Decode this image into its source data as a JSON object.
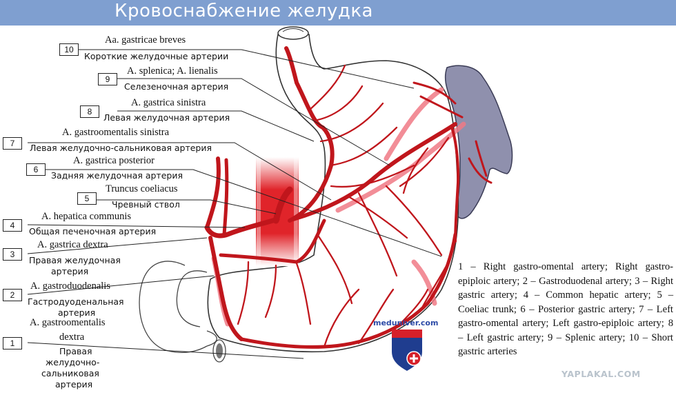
{
  "title": "Кровоснабжение желудка",
  "labels": [
    {
      "num": "10",
      "latin": "Aa. gastricae breves",
      "russian": "Короткие желудочные артерии"
    },
    {
      "num": "9",
      "latin": "A. splenica; A. lienalis",
      "russian": "Селезеночная артерия"
    },
    {
      "num": "8",
      "latin": "A. gastrica sinistra",
      "russian": "Левая желудочная артерия"
    },
    {
      "num": "7",
      "latin": "A. gastroomentalis sinistra",
      "russian": "Левая желудочно-сальниковая артерия"
    },
    {
      "num": "6",
      "latin": "A. gastrica posterior",
      "russian": "Задняя желудочная артерия"
    },
    {
      "num": "5",
      "latin": "Truncus coeliacus",
      "russian": "Чревный ствол"
    },
    {
      "num": "4",
      "latin": "A. hepatica communis",
      "russian": "Общая печеночная артерия"
    },
    {
      "num": "3",
      "latin": "A. gastrica dextra",
      "russian": "Правая желудочная артерия"
    },
    {
      "num": "2",
      "latin": "A. gastroduodenalis",
      "russian_lines": [
        "Гастродуоденальная",
        "артерия"
      ]
    },
    {
      "num": "1",
      "latin_lines": [
        "A. gastroomentalis",
        "dextra"
      ],
      "russian_lines": [
        "Правая",
        "желудочно-",
        "сальниковая",
        "артерия"
      ]
    }
  ],
  "legend": "1 – Right gastro-omental artery; Right gastro-epiploic artery; 2 – Gastroduodenal artery; 3 – Right gastric artery; 4 – Common hepatic artery; 5 – Coeliac trunk; 6 – Posterior gastric artery; 7 – Left gastro-omental artery; Left gastro-epiploic artery; 8 – Left gastric artery; 9 – Splenic artery; 10 – Short gastric arteries",
  "site": "meduniver.com",
  "watermark": "YAPLAKAL.COM",
  "colors": {
    "banner": "#7f9fd0",
    "artery": "#c0161c",
    "aorta": "#e0242a",
    "spleen": "#8f90ad",
    "posterior_artery": "#f07a86"
  }
}
